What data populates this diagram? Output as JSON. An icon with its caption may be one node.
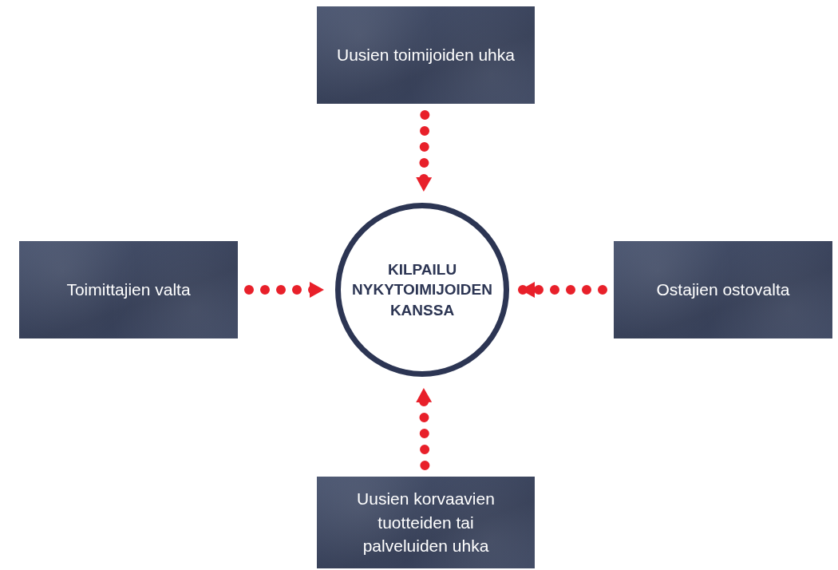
{
  "diagram": {
    "nodes": [
      {
        "text": [
          "Uusien toimijoiden uhka"
        ]
      },
      {
        "text": [
          "Toimittajien valta"
        ]
      },
      {
        "text": [
          "KILPAILU NYKYTOIMIJOIDEN KANSSA"
        ]
      },
      {
        "text": [
          "Ostajien ostovalta"
        ]
      },
      {
        "text": [
          "Uusien korvaavien tuotteiden tai palveluiden uhka"
        ]
      }
    ],
    "edges": [
      {
        "from": 0,
        "to": 2,
        "arrow": "to"
      },
      {
        "from": 1,
        "to": 2,
        "arrow": "to"
      },
      {
        "from": 3,
        "to": 2,
        "arrow": "to"
      },
      {
        "from": 4,
        "to": 2,
        "arrow": "to"
      }
    ]
  }
}
